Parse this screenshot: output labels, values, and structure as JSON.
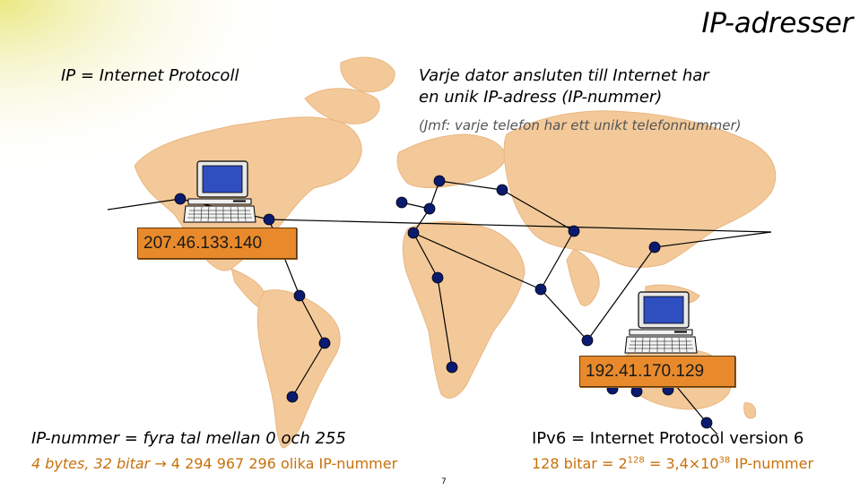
{
  "slide": {
    "title": "IP-adresser",
    "left_heading": "IP = Internet Protocoll",
    "description": {
      "line1": "Varje dator ansluten till Internet har",
      "line2": "en unik IP-adress (IP-nummer)",
      "line3": "(Jmf: varje telefon har ett unikt telefonnummer)"
    },
    "ip_labels": {
      "first": "207.46.133.140",
      "second": "192.41.170.129"
    },
    "bottom_left": {
      "line1": "IP-nummer = fyra tal mellan 0 och 255",
      "line2_start": "4 bytes, 32 bitar",
      "line2_arrow": "→",
      "line2_end": " 4 294 967 296 olika IP-nummer"
    },
    "bottom_right": {
      "line1": "IPv6 = Internet Protocol version 6",
      "line2_a": "128 bitar = 2",
      "line2_sup1": "128",
      "line2_b": " = 3,4×10",
      "line2_sup2": "38",
      "line2_c": " IP-nummer"
    },
    "page_number": "7"
  },
  "colors": {
    "map": "#f3c99a",
    "node": "#0a1a6e",
    "label_box": "#e88a2c",
    "accent_text": "#c8700a"
  },
  "icons": [
    "computer-icon",
    "network-node-icon",
    "world-map"
  ]
}
